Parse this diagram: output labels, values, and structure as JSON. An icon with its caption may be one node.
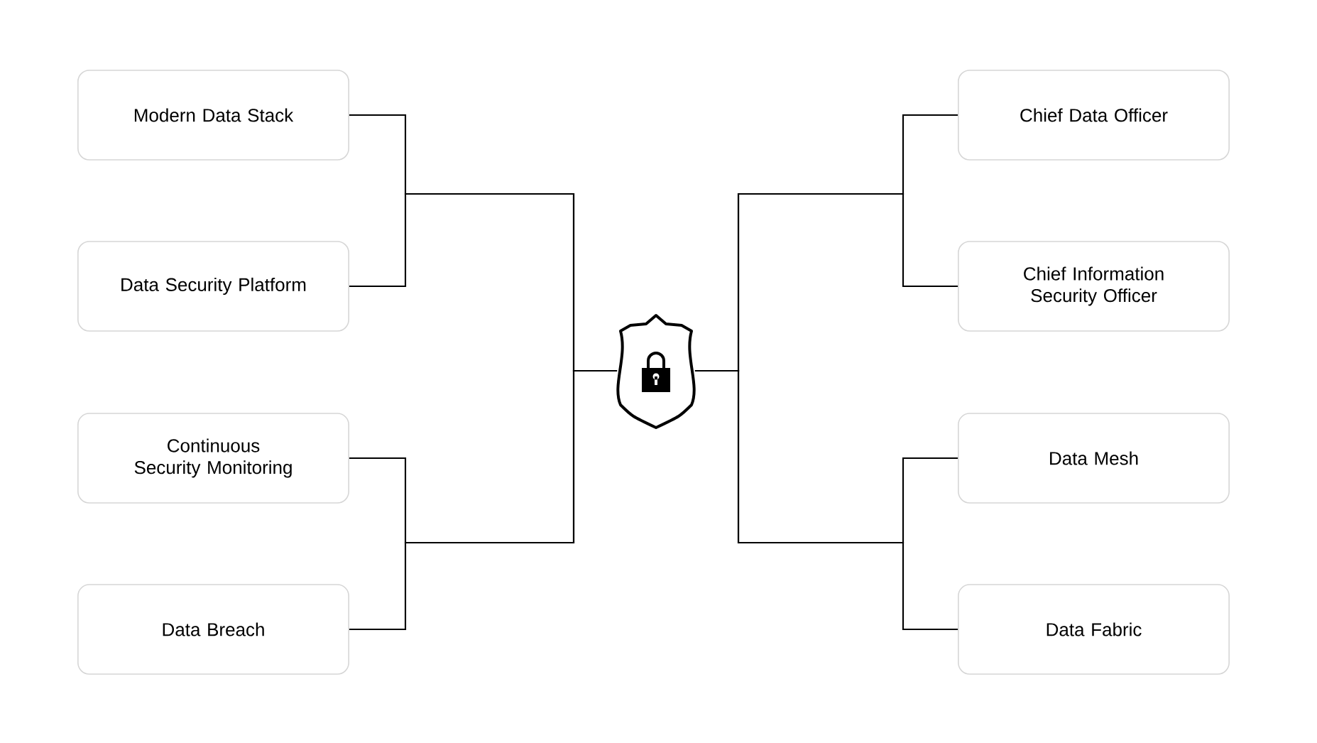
{
  "diagram": {
    "nodes": [
      {
        "text": [
          "Modern Data Stack"
        ]
      },
      {
        "text": [
          "Data Security Platform"
        ]
      },
      {
        "text": [
          "Continuous Security Monitoring"
        ]
      },
      {
        "text": [
          "Data Breach"
        ]
      },
      {
        "text": [
          "Chief Data Officer"
        ]
      },
      {
        "text": [
          "Chief Information Security Officer"
        ]
      },
      {
        "text": [
          "Data Mesh"
        ]
      },
      {
        "text": [
          "Data Fabric"
        ]
      },
      {
        "text": [],
        "shape": "shield"
      }
    ],
    "edges": [
      {
        "from": 0,
        "to": 8,
        "arrow": "none"
      },
      {
        "from": 1,
        "to": 8,
        "arrow": "none"
      },
      {
        "from": 2,
        "to": 8,
        "arrow": "none"
      },
      {
        "from": 3,
        "to": 8,
        "arrow": "none"
      },
      {
        "from": 4,
        "to": 8,
        "arrow": "none"
      },
      {
        "from": 5,
        "to": 8,
        "arrow": "none"
      },
      {
        "from": 6,
        "to": 8,
        "arrow": "none"
      },
      {
        "from": 7,
        "to": 8,
        "arrow": "none"
      }
    ]
  }
}
